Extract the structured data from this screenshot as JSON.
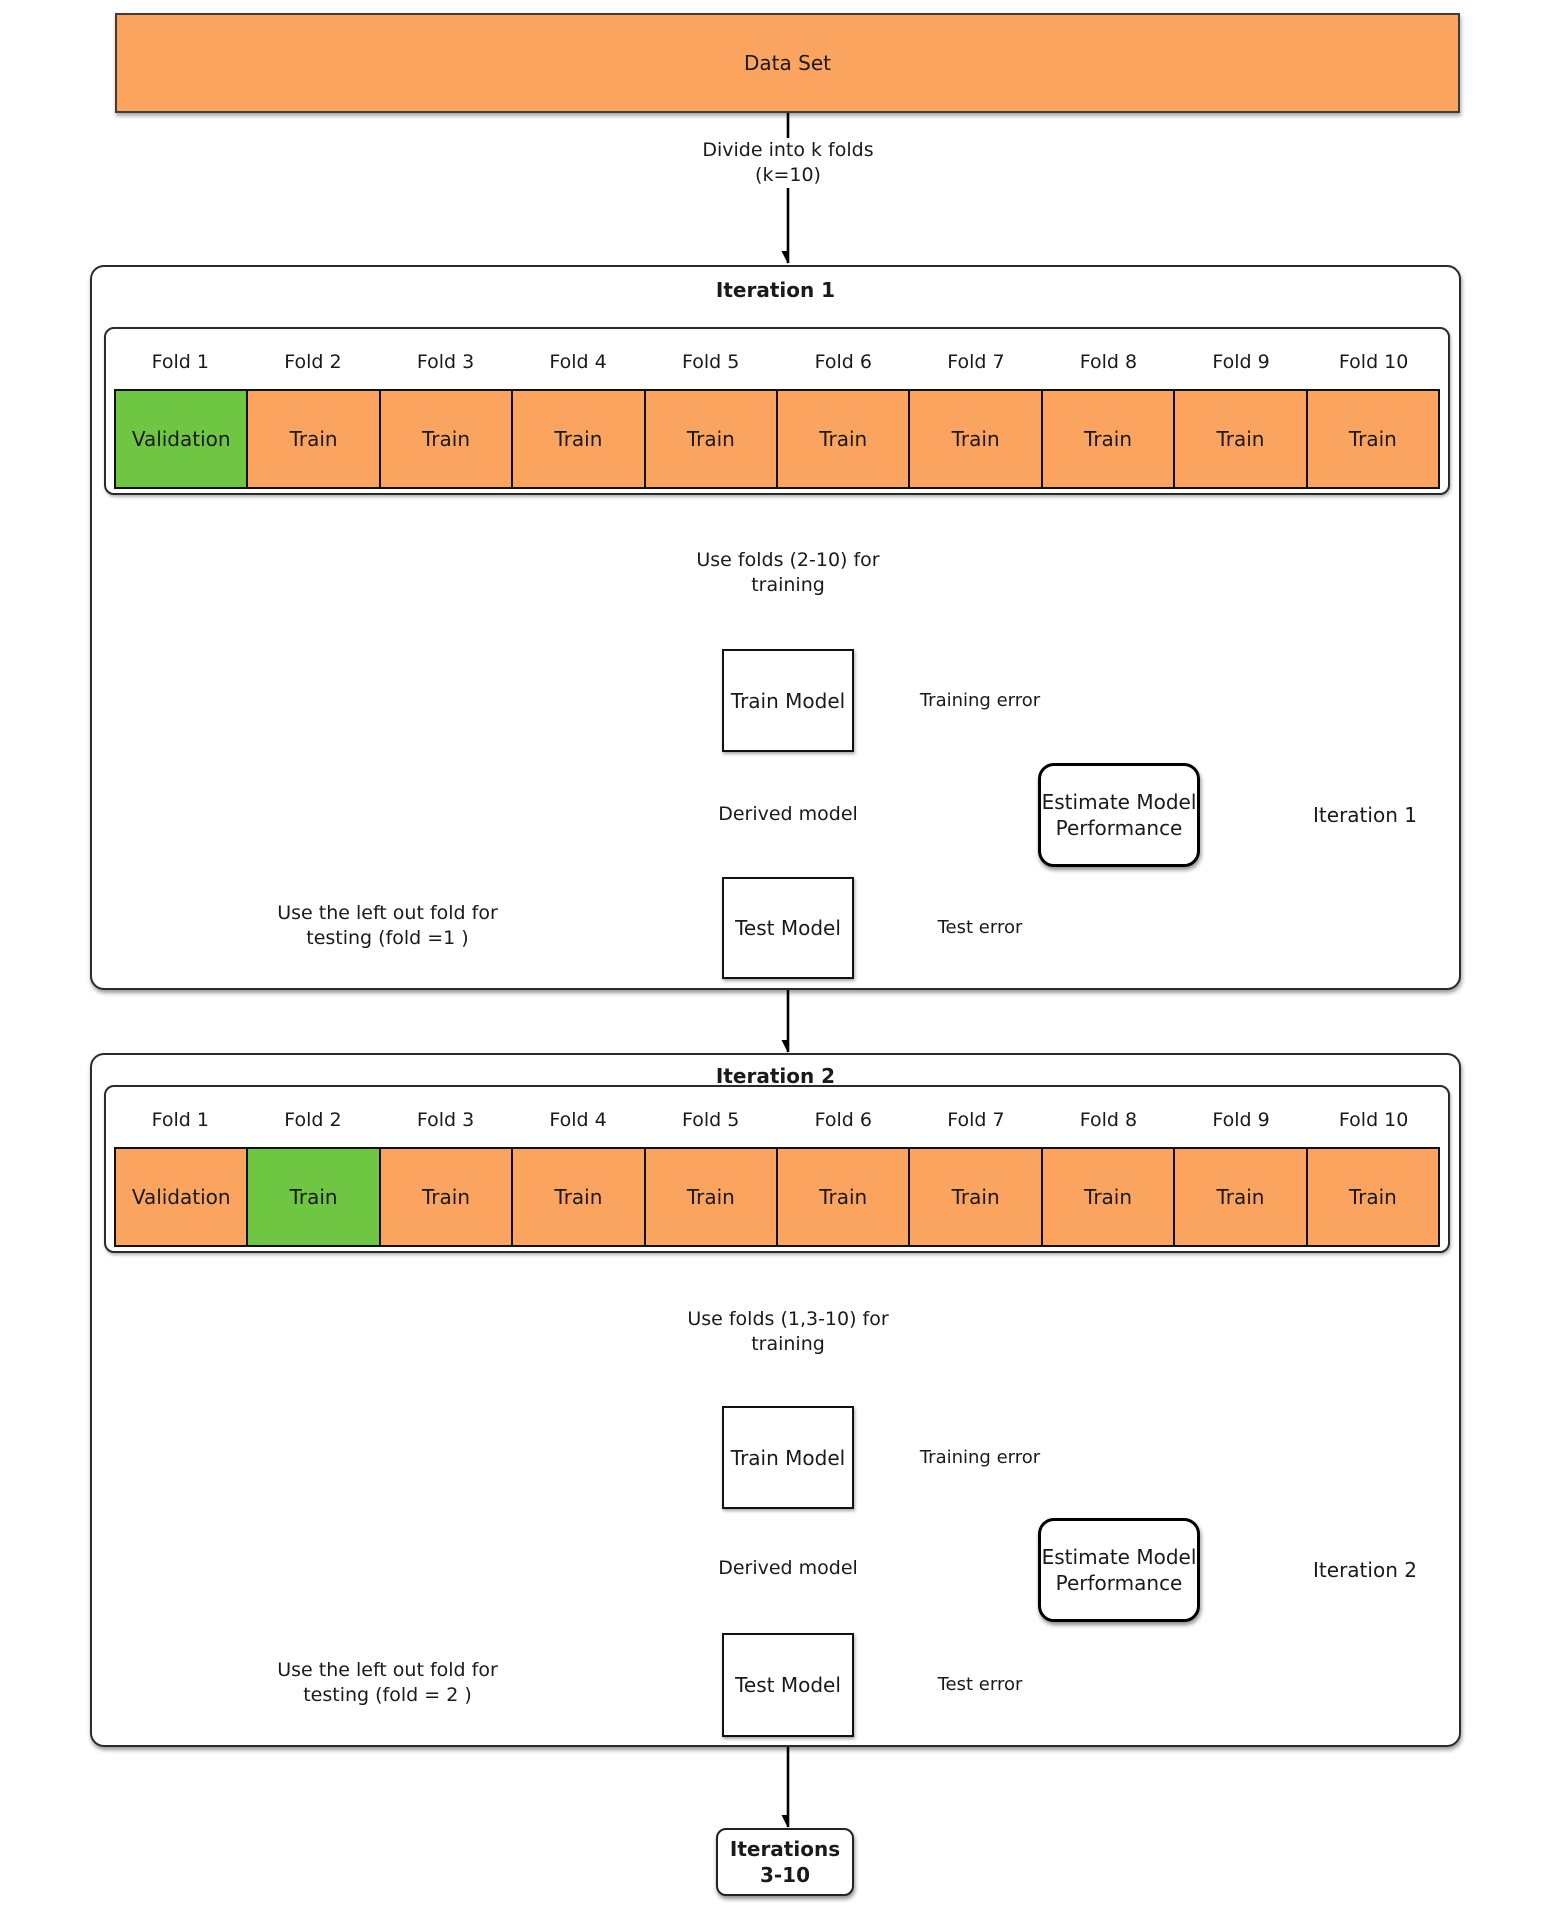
{
  "colors": {
    "orange": "#FAA45F",
    "green": "#6FC642"
  },
  "dataset": {
    "label": "Data Set"
  },
  "divide": {
    "line1": "Divide into k folds",
    "line2": "(k=10)"
  },
  "iter1": {
    "title": "Iteration 1",
    "headers": [
      "Fold 1",
      "Fold 2",
      "Fold 3",
      "Fold 4",
      "Fold 5",
      "Fold 6",
      "Fold 7",
      "Fold 8",
      "Fold 9",
      "Fold 10"
    ],
    "cells": [
      {
        "label": "Validation",
        "color": "green"
      },
      {
        "label": "Train",
        "color": "orange"
      },
      {
        "label": "Train",
        "color": "orange"
      },
      {
        "label": "Train",
        "color": "orange"
      },
      {
        "label": "Train",
        "color": "orange"
      },
      {
        "label": "Train",
        "color": "orange"
      },
      {
        "label": "Train",
        "color": "orange"
      },
      {
        "label": "Train",
        "color": "orange"
      },
      {
        "label": "Train",
        "color": "orange"
      },
      {
        "label": "Train",
        "color": "orange"
      }
    ],
    "use_folds": {
      "line1": "Use folds (2-10) for",
      "line2": "training"
    },
    "train_model": "Train Model",
    "training_error": "Training error",
    "derived_model": "Derived model",
    "test_model": "Test Model",
    "test_error": "Test error",
    "estimate": {
      "line1": "Estimate Model",
      "line2": "Performance"
    },
    "output": "Iteration 1",
    "left": {
      "line1": "Use the left out fold for",
      "line2": "testing (fold =1 )"
    }
  },
  "iter2": {
    "title": "Iteration 2",
    "headers": [
      "Fold 1",
      "Fold 2",
      "Fold 3",
      "Fold 4",
      "Fold 5",
      "Fold 6",
      "Fold 7",
      "Fold 8",
      "Fold 9",
      "Fold 10"
    ],
    "cells": [
      {
        "label": "Validation",
        "color": "orange"
      },
      {
        "label": "Train",
        "color": "green"
      },
      {
        "label": "Train",
        "color": "orange"
      },
      {
        "label": "Train",
        "color": "orange"
      },
      {
        "label": "Train",
        "color": "orange"
      },
      {
        "label": "Train",
        "color": "orange"
      },
      {
        "label": "Train",
        "color": "orange"
      },
      {
        "label": "Train",
        "color": "orange"
      },
      {
        "label": "Train",
        "color": "orange"
      },
      {
        "label": "Train",
        "color": "orange"
      }
    ],
    "use_folds": {
      "line1": "Use folds (1,3-10) for",
      "line2": "training"
    },
    "train_model": "Train Model",
    "training_error": "Training error",
    "derived_model": "Derived model",
    "test_model": "Test Model",
    "test_error": "Test error",
    "estimate": {
      "line1": "Estimate Model",
      "line2": "Performance"
    },
    "output": "Iteration 2",
    "left": {
      "line1": "Use the left out fold for",
      "line2": "testing (fold = 2 )"
    }
  },
  "final": {
    "line1": "Iterations",
    "line2": "3-10"
  }
}
